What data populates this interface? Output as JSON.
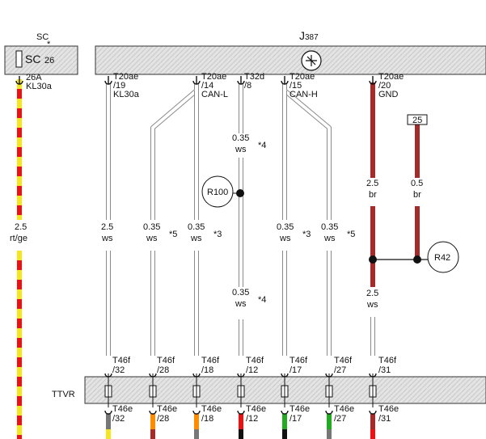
{
  "components": {
    "sc": {
      "name": "SC",
      "fuse_label": "SC",
      "fuse_number": "26",
      "star": "*"
    },
    "j387": {
      "name": "J",
      "number": "387"
    },
    "ttvr": {
      "name": "TTVR"
    },
    "r100": {
      "name": "R100"
    },
    "r42": {
      "name": "R42"
    },
    "conn25": {
      "name": "25"
    }
  },
  "sc_pins": {
    "rating": "26A",
    "signal": "KL30a"
  },
  "wire_colors": {
    "ws": "#e6e6e6",
    "br": "#a52a2a",
    "rt": "#ee1111",
    "ge": "#f5e61e",
    "sw": "#111111",
    "gr": "#777777",
    "ro": "#ff8c00",
    "gn": "#22aa22"
  },
  "top_pins": [
    {
      "conn": "T20ae",
      "pin": "/19",
      "signal": "KL30a"
    },
    {
      "conn": "T20ae",
      "pin": "/14",
      "signal": "CAN-L"
    },
    {
      "conn": "T32d",
      "pin": "/8",
      "signal": ""
    },
    {
      "conn": "T20ae",
      "pin": "/15",
      "signal": "CAN-H"
    },
    {
      "conn": "T20ae",
      "pin": "/20",
      "signal": "GND"
    }
  ],
  "wire_labels": [
    {
      "size": "2.5",
      "color": "rt/ge",
      "note": ""
    },
    {
      "size": "2.5",
      "color": "ws",
      "note": ""
    },
    {
      "size": "0.35",
      "color": "ws",
      "note": "*5"
    },
    {
      "size": "0.35",
      "color": "ws",
      "note": "*3"
    },
    {
      "size": "0.35",
      "color": "ws",
      "note": "*4"
    },
    {
      "size": "0.35",
      "color": "ws",
      "note": "*4"
    },
    {
      "size": "0.35",
      "color": "ws",
      "note": "*3"
    },
    {
      "size": "0.35",
      "color": "ws",
      "note": "*5"
    },
    {
      "size": "2.5",
      "color": "br",
      "note": ""
    },
    {
      "size": "0.5",
      "color": "br",
      "note": ""
    },
    {
      "size": "2.5",
      "color": "ws",
      "note": ""
    }
  ],
  "ttvr_in": [
    {
      "conn": "T46f",
      "pin": "/32"
    },
    {
      "conn": "T46f",
      "pin": "/28"
    },
    {
      "conn": "T46f",
      "pin": "/18"
    },
    {
      "conn": "T46f",
      "pin": "/12"
    },
    {
      "conn": "T46f",
      "pin": "/17"
    },
    {
      "conn": "T46f",
      "pin": "/27"
    },
    {
      "conn": "T46f",
      "pin": "/31"
    }
  ],
  "ttvr_out": [
    {
      "conn": "T46e",
      "pin": "/32",
      "wire": "gr/ge"
    },
    {
      "conn": "T46e",
      "pin": "/28",
      "wire": "ro/br"
    },
    {
      "conn": "T46e",
      "pin": "/18",
      "wire": "ro/gr"
    },
    {
      "conn": "T46e",
      "pin": "/12",
      "wire": "rt/sw"
    },
    {
      "conn": "T46e",
      "pin": "/17",
      "wire": "gn/sw"
    },
    {
      "conn": "T46e",
      "pin": "/27",
      "wire": "gn/gr"
    },
    {
      "conn": "T46e",
      "pin": "/31",
      "wire": "br/rt"
    }
  ]
}
